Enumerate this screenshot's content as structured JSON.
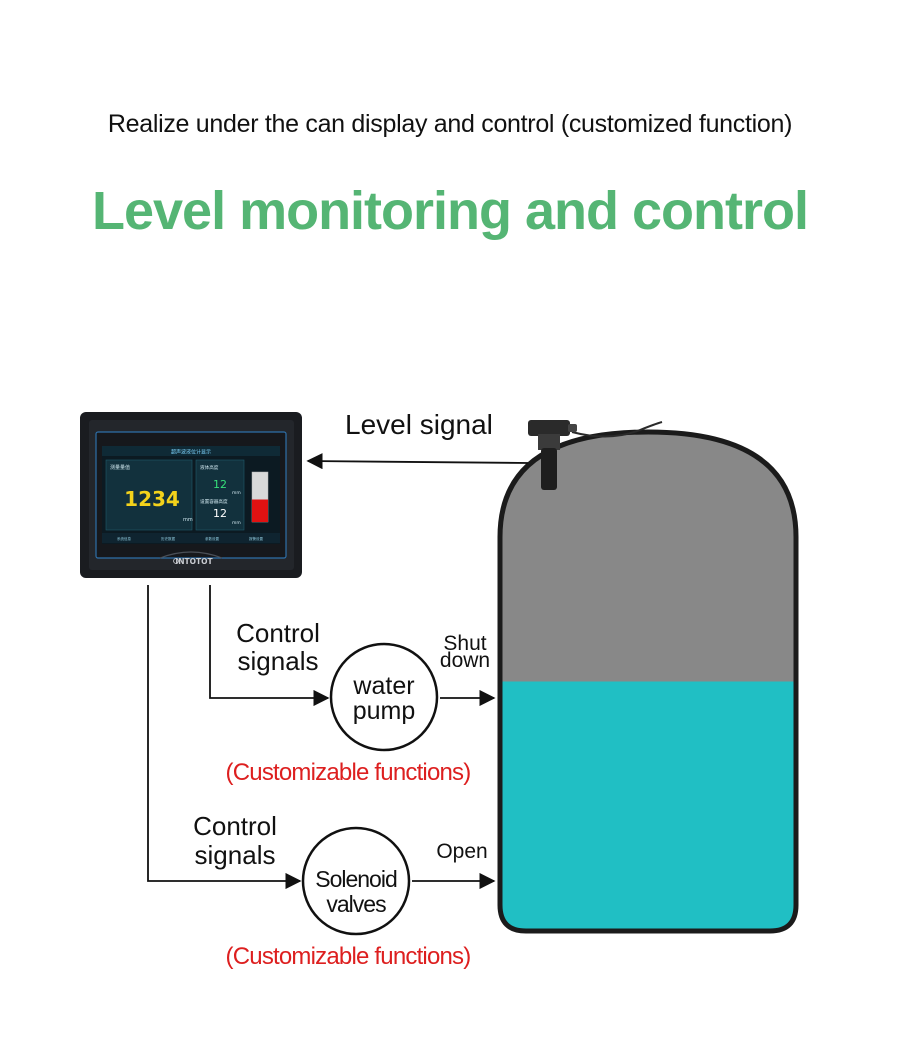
{
  "header": {
    "subtitle": "Realize under the can display and control (customized function)",
    "title": "Level monitoring and control"
  },
  "colors": {
    "title_green": "#55b574",
    "tank_gas": "#888888",
    "tank_liquid": "#20bfc4",
    "highlight_red": "#dd1f1f"
  },
  "device": {
    "brand": "INTOTOT",
    "screen": {
      "header_text": "超声波液位计显示",
      "panel_left_label": "测量量值",
      "reading_main": "1234",
      "unit_main": "mm",
      "panel_right_label_top": "液体高度",
      "reading_top": "12",
      "unit_top": "mm",
      "panel_right_label_bottom": "设置容器高度",
      "reading_bottom": "12",
      "unit_bottom": "mm",
      "gauge_fill_fraction": 0.45,
      "footer_items": [
        "系统信息",
        "历史数据",
        "参数设置",
        "报警设置"
      ]
    }
  },
  "labels": {
    "level_signal": "Level signal",
    "control_signals_1_line1": "Control",
    "control_signals_1_line2": "signals",
    "control_signals_2_line1": "Control",
    "control_signals_2_line2": "signals",
    "pump_line1": "water",
    "pump_line2": "pump",
    "valve_line1": "Solenoid",
    "valve_line2": "valves",
    "pump_action_line1": "Shut",
    "pump_action_line2": "down",
    "valve_action": "Open",
    "customizable_1": "(Customizable functions)",
    "customizable_2": "(Customizable functions)"
  },
  "tank": {
    "liquid_level_fraction": 0.5
  }
}
